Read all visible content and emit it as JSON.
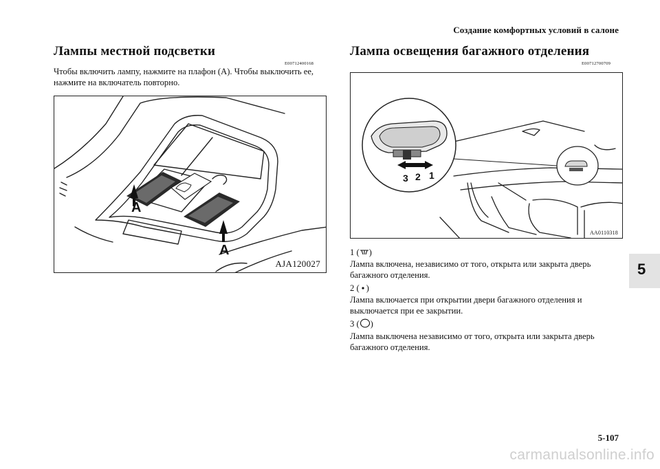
{
  "header": {
    "running_title": "Создание комфортных условий в салоне"
  },
  "left": {
    "title": "Лампы местной подсветки",
    "code": "E00712400168",
    "text": "Чтобы включить лампу, нажмите на плафон (A). Чтобы выключить ее, нажмите на включатель повторно.",
    "figure": {
      "label_a1": "A",
      "label_a2": "A",
      "code": "AJA120027"
    }
  },
  "right": {
    "title": "Лампа освещения багажного отделения",
    "code": "E00712700709",
    "figure": {
      "pos3": "3",
      "pos2": "2",
      "pos1": "1",
      "code": "AA0110318"
    },
    "items": [
      {
        "num": "1 (",
        "close": ")",
        "icon": "lamp-on-icon",
        "text": "Лампа включена, независимо от того, открыта или закрыта дверь багажного отделения."
      },
      {
        "num": "2 (",
        "close": ")",
        "icon": "dot-icon",
        "text": "Лампа включается при открытии двери багажного отделения и выключается при ее закрытии."
      },
      {
        "num": "3 (",
        "close": ")",
        "icon": "circle-icon",
        "text": "Лампа выключена независимо от того, открыта или закрыта дверь багажного отделения."
      }
    ]
  },
  "chapter": "5",
  "page_number": "5-107",
  "watermark": "carmanualsonline.info"
}
